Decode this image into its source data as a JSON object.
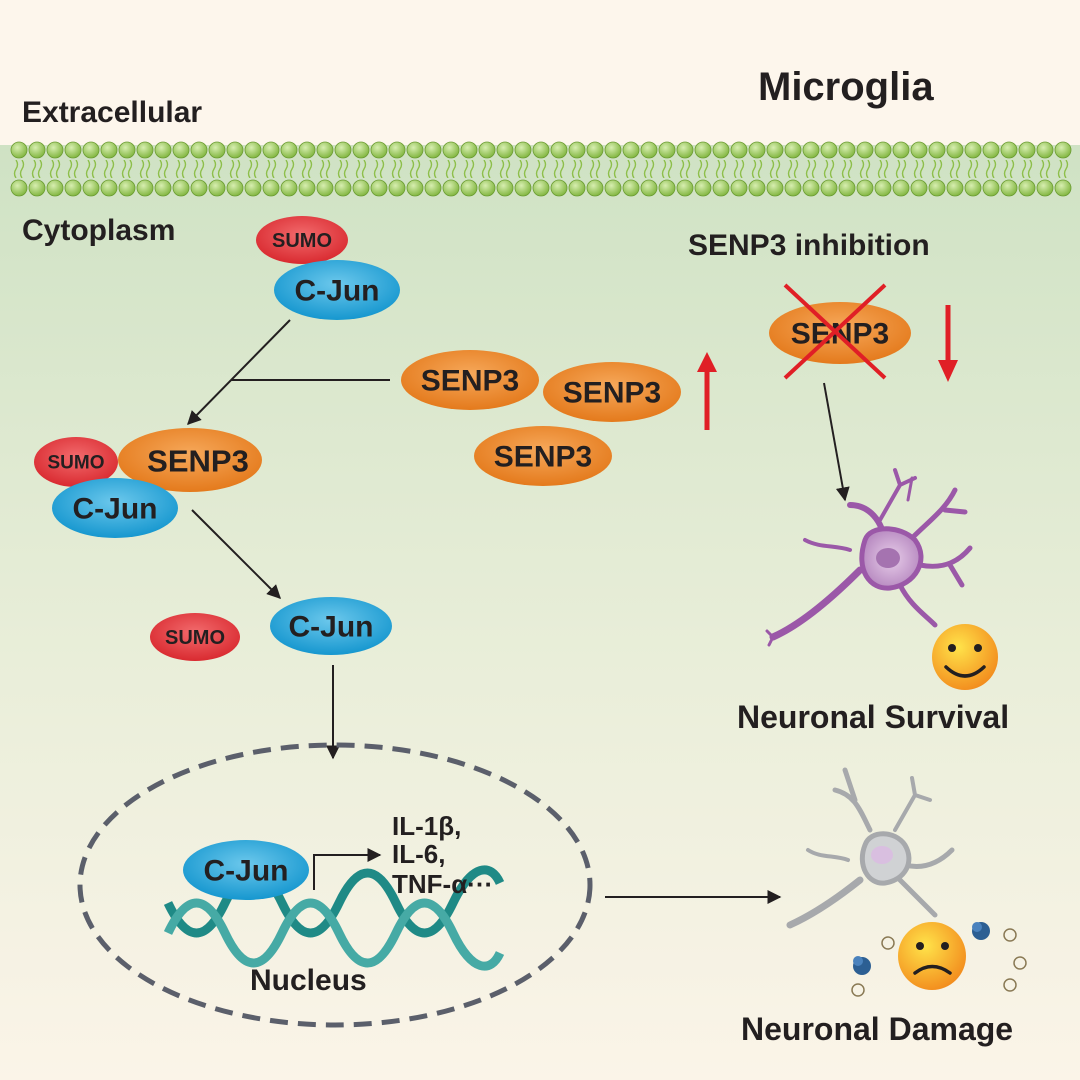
{
  "labels": {
    "title": "Microglia",
    "extracellular": "Extracellular",
    "cytoplasm": "Cytoplasm",
    "inhibition": "SENP3 inhibition",
    "nucleus": "Nucleus",
    "survival": "Neuronal Survival",
    "damage": "Neuronal Damage"
  },
  "proteins": {
    "sumo": "SUMO",
    "cjun": "C-Jun",
    "senp3": "SENP3"
  },
  "cytokines": [
    "IL-1β,",
    "IL-6,",
    "TNF-α···"
  ],
  "colors": {
    "sumo": "#e8343a",
    "cjun": "#1fa9dc",
    "senp3": "#ee8a2a",
    "membrane_bead": "#9ccf4e",
    "red_arrow": "#e01f26",
    "neuron_alive": "#9b58a8",
    "neuron_damaged": "#a7a9ac",
    "dna": "#1f8a86"
  },
  "icons": {
    "happy": "smiling-face-icon",
    "sad": "frowning-face-icon",
    "up": "red-up-arrow-icon",
    "down": "red-down-arrow-icon",
    "cross": "red-x-icon"
  }
}
